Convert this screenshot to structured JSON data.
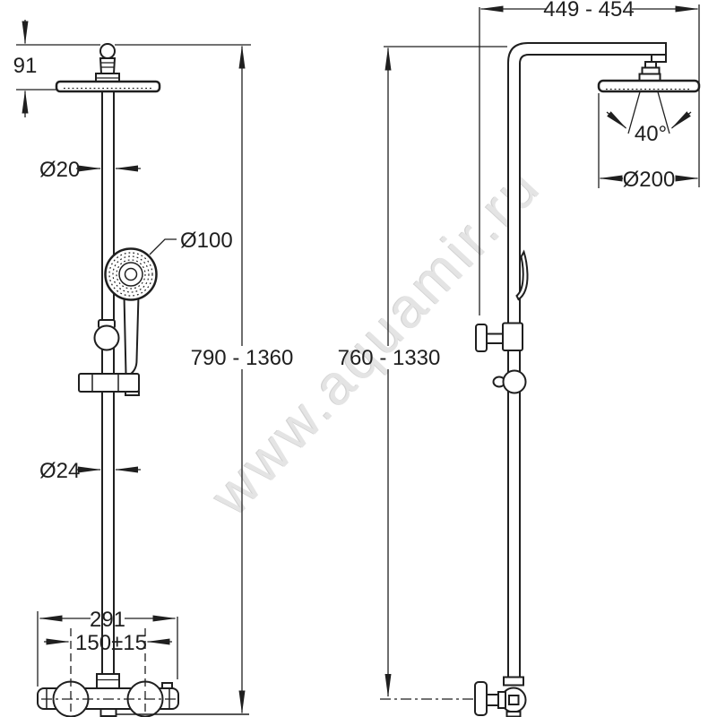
{
  "watermark": {
    "text": "www.aquamir.ru"
  },
  "colors": {
    "line": "#1f1f1f",
    "watermark": "#e4e4e4",
    "background": "#ffffff"
  },
  "front_view": {
    "dim_head_offset": "91",
    "dim_upper_pipe_diameter": "Ø20",
    "dim_hand_shower_diameter": "Ø100",
    "dim_height_range": "790 - 1360",
    "dim_lower_pipe_diameter": "Ø24",
    "dim_mixer_width": "291",
    "dim_inlet_centers": "150±15"
  },
  "side_view": {
    "dim_arm_reach_range": "449 - 454",
    "dim_spray_angle": "40°",
    "dim_head_diameter": "Ø200",
    "dim_height_range": "760 - 1330"
  }
}
